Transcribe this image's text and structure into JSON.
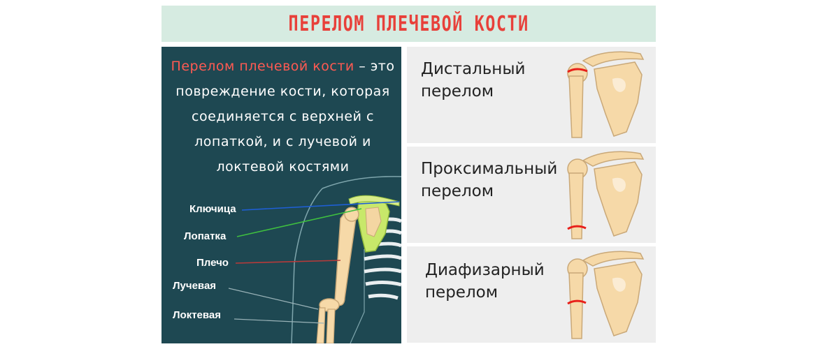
{
  "title": "ПЕРЕЛОМ ПЛЕЧЕВОЙ КОСТИ",
  "description": {
    "highlight": "Перелом плечевой кости",
    "text": " – это повреждение кости, которая соединяется с верхней с лопаткой, и с лучевой и локтевой костями"
  },
  "anatomy_labels": {
    "clavicle": "Ключица",
    "scapula": "Лопатка",
    "humerus": "Плечо",
    "radius": "Лучевая",
    "ulna": "Локтевая"
  },
  "fracture_types": [
    {
      "label": "Дистальный перелом"
    },
    {
      "label": "Проксимальный перелом"
    },
    {
      "label": "Диафизарный перелом"
    }
  ],
  "colors": {
    "accent_red": "#e8403a",
    "title_bg": "#d6ebe1",
    "panel_bg": "#1e4852",
    "bone": "#f6d9a8",
    "bone_stroke": "#c9a878",
    "scapula_green": "#b8e05a",
    "line_blue": "#1e5fd6",
    "line_green": "#3fbf3f",
    "line_red": "#b83a3a"
  }
}
